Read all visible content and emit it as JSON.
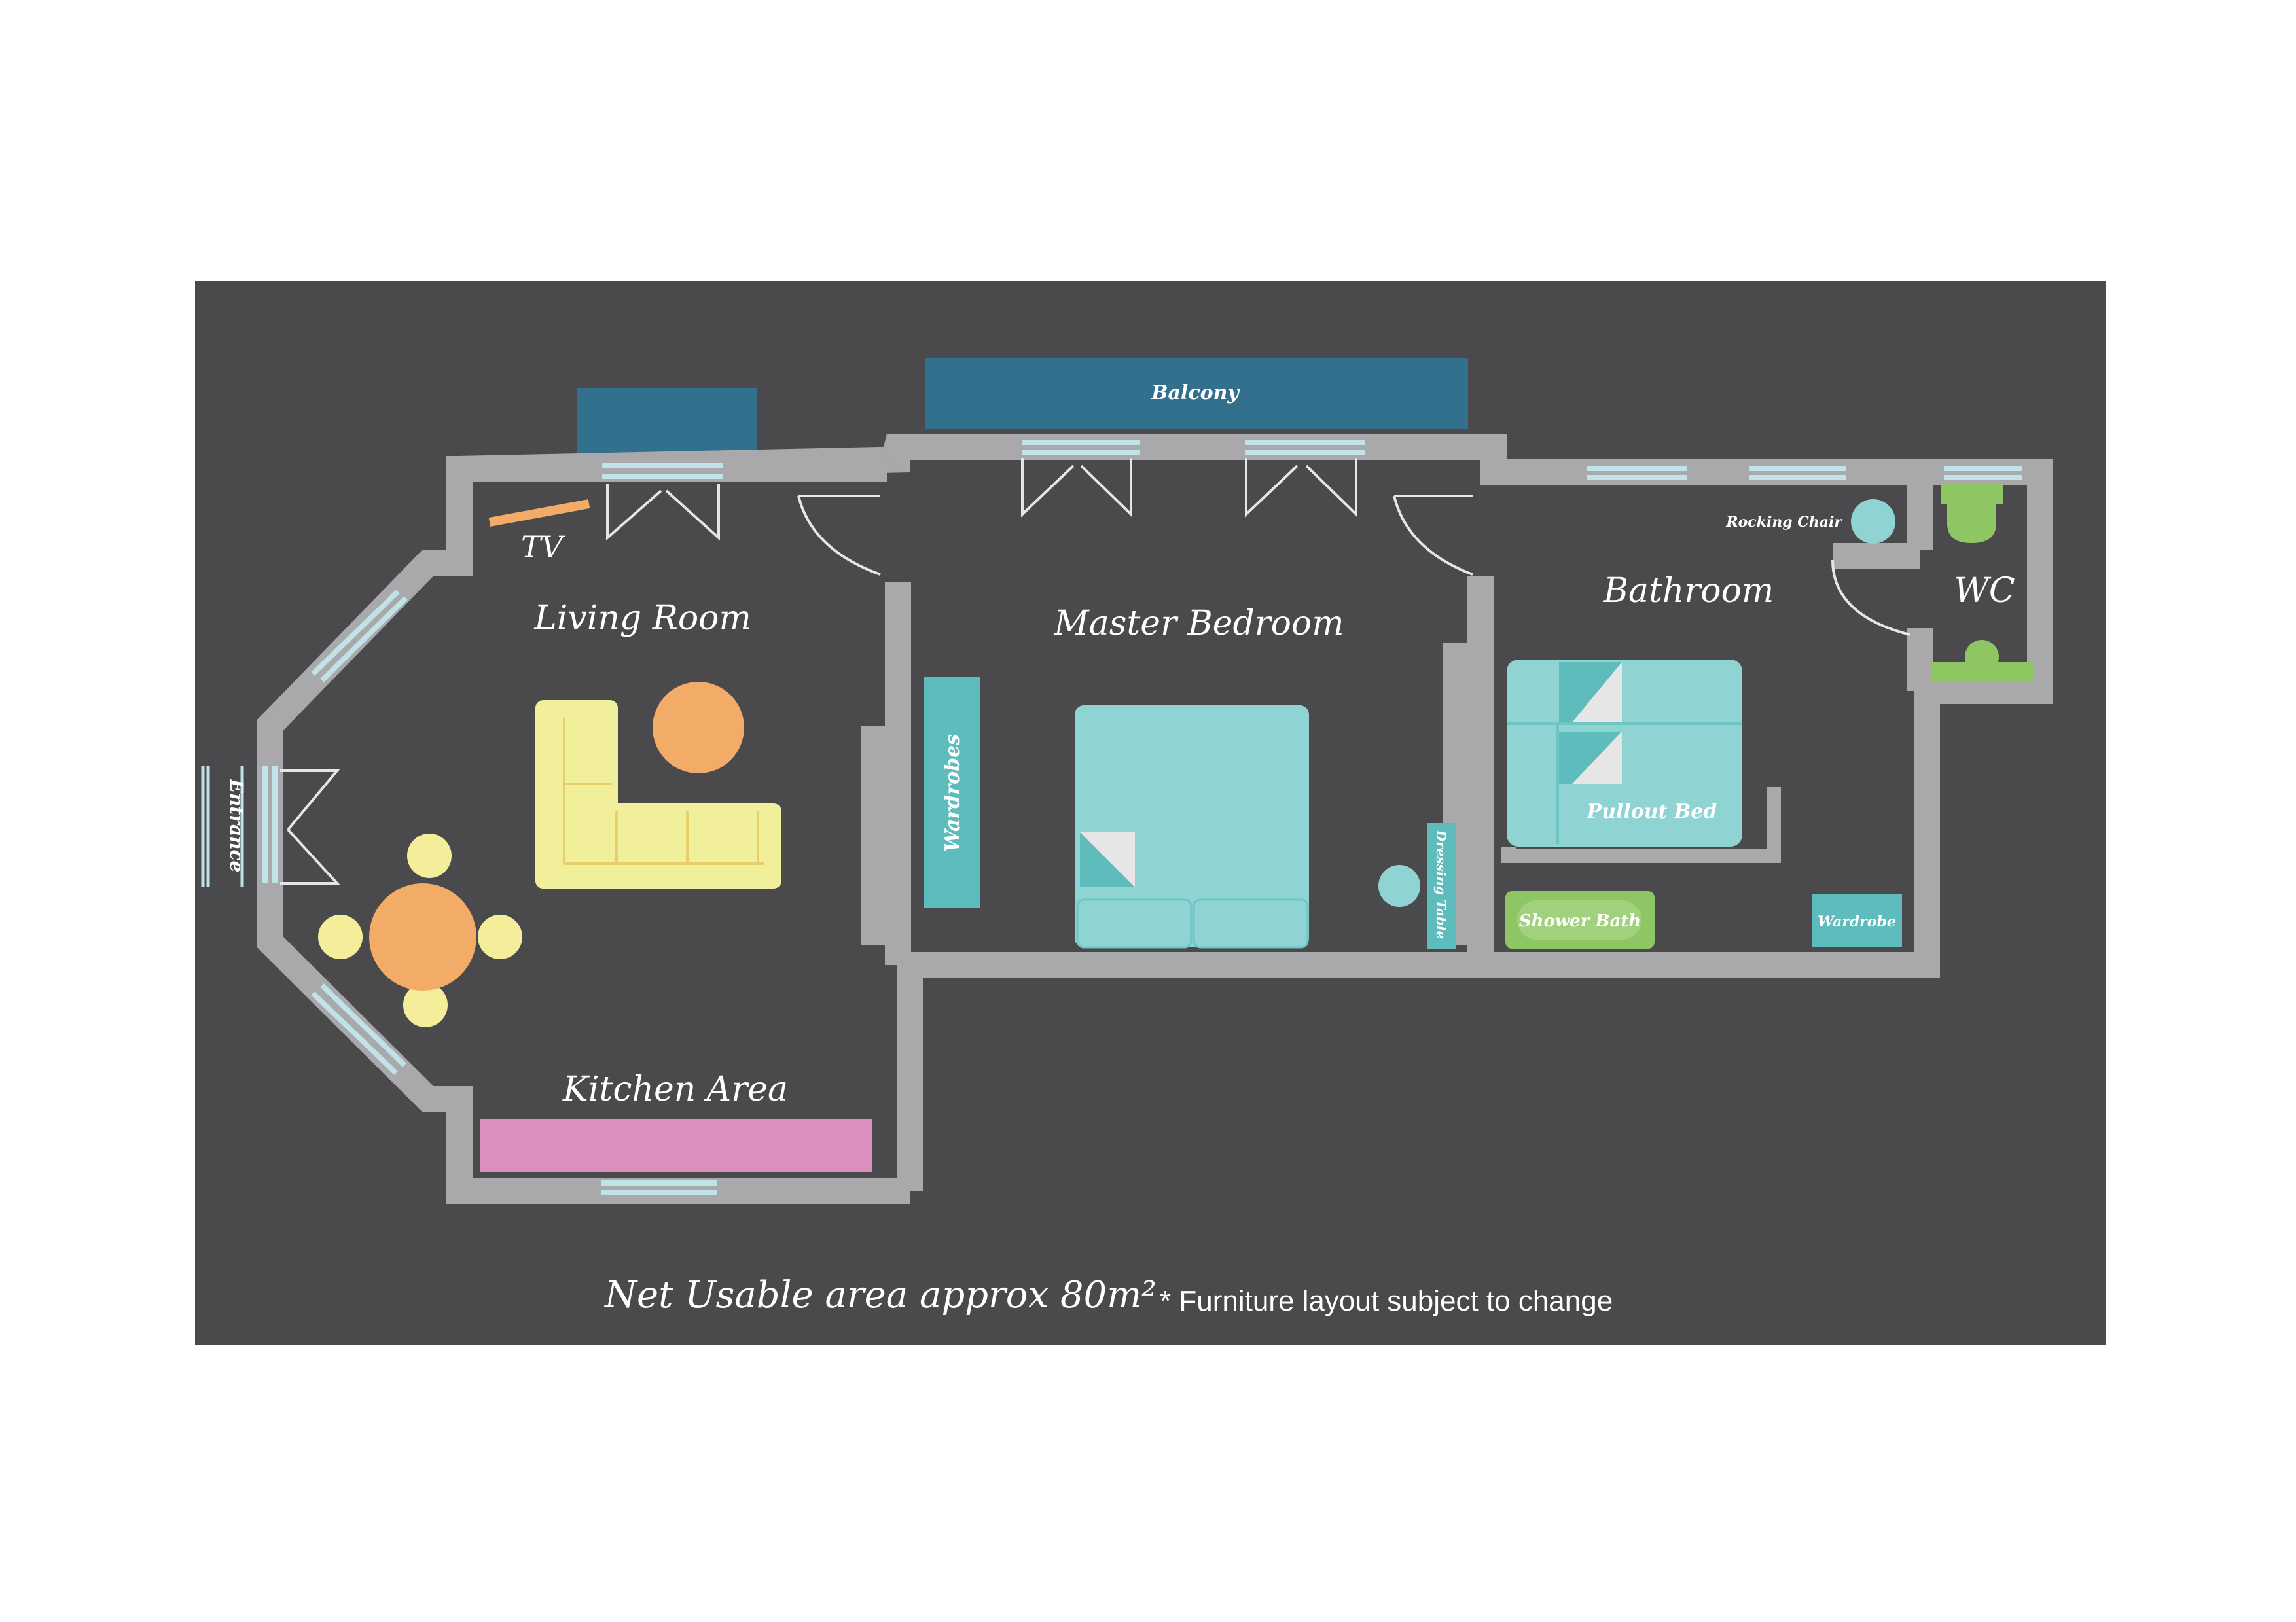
{
  "colors": {
    "background": "#4a4a4c",
    "wall": "#a9a9ab",
    "window": "#bfe3e8",
    "balcony": "#33708e",
    "furniture_teal": "#8fd3d3",
    "furniture_teal_dark": "#5fbcbc",
    "sofa": "#f2ef9a",
    "table_orange": "#f2ac68",
    "chair_yellow": "#f4ee9a",
    "kitchen": "#dc8fbc",
    "shower": "#8dc663",
    "tv": "#f2ac68"
  },
  "labels": {
    "balcony": "Balcony",
    "tv": "TV",
    "living_room": "Living Room",
    "master_bedroom": "Master Bedroom",
    "bathroom": "Bathroom",
    "wc": "WC",
    "kitchen_area": "Kitchen Area",
    "entrance": "Entrance",
    "wardrobes": "Wardrobes",
    "dressing_table": "Dressing Table",
    "rocking_chair": "Rocking Chair",
    "pullout_bed": "Pullout Bed",
    "shower_bath": "Shower Bath",
    "wardrobe": "Wardrobe"
  },
  "footer": {
    "area_text": "Net Usable area approx 80m²",
    "note_text": "* Furniture layout subject to change"
  }
}
